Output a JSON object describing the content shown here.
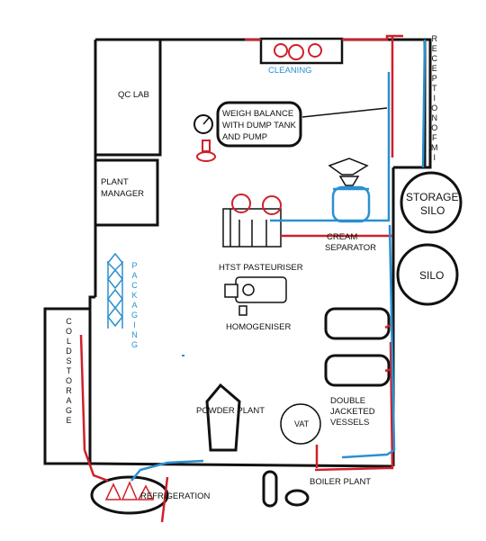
{
  "labels": {
    "cleaning": "CLEANING",
    "qc_lab": "QC LAB",
    "weigh_balance_line1": "WEIGH BALANCE",
    "weigh_balance_line2": "WITH DUMP TANK",
    "weigh_balance_line3": "AND PUMP",
    "plant_manager_line1": "PLANT",
    "plant_manager_line2": "MANAGER",
    "storage_silo_line1": "STORAGE",
    "storage_silo_line2": "SILO",
    "silo": "SILO",
    "cream_separator_line1": "CREAM",
    "cream_separator_line2": "SEPARATOR",
    "htst_pasteuriser": "HTST PASTEURISER",
    "homogeniser": "HOMOGENISER",
    "powder_plant": "POWDER PLANT",
    "vat": "VAT",
    "double_jacketed_line1": "DOUBLE",
    "double_jacketed_line2": "JACKETED",
    "double_jacketed_line3": "VESSELS",
    "refrigeration": "REFRIGERATION",
    "boiler_plant": "BOILER PLANT",
    "reception_letters": [
      "R",
      "E",
      "C",
      "E",
      "P",
      "T",
      "I",
      "O",
      "N",
      "O",
      "F",
      "M",
      "I"
    ],
    "packaging_letters": [
      "P",
      "A",
      "C",
      "K",
      "A",
      "G",
      "I",
      "N",
      "G"
    ],
    "cold_storage_letters": [
      "C",
      "O",
      "L",
      "D",
      "S",
      "T",
      "O",
      "R",
      "A",
      "G",
      "E"
    ]
  },
  "colors": {
    "wall": "#111111",
    "hot_line": "#d0202a",
    "cold_line": "#2a90d0",
    "cleaning_text": "#2a90d0",
    "packaging_text": "#2a90d0"
  }
}
